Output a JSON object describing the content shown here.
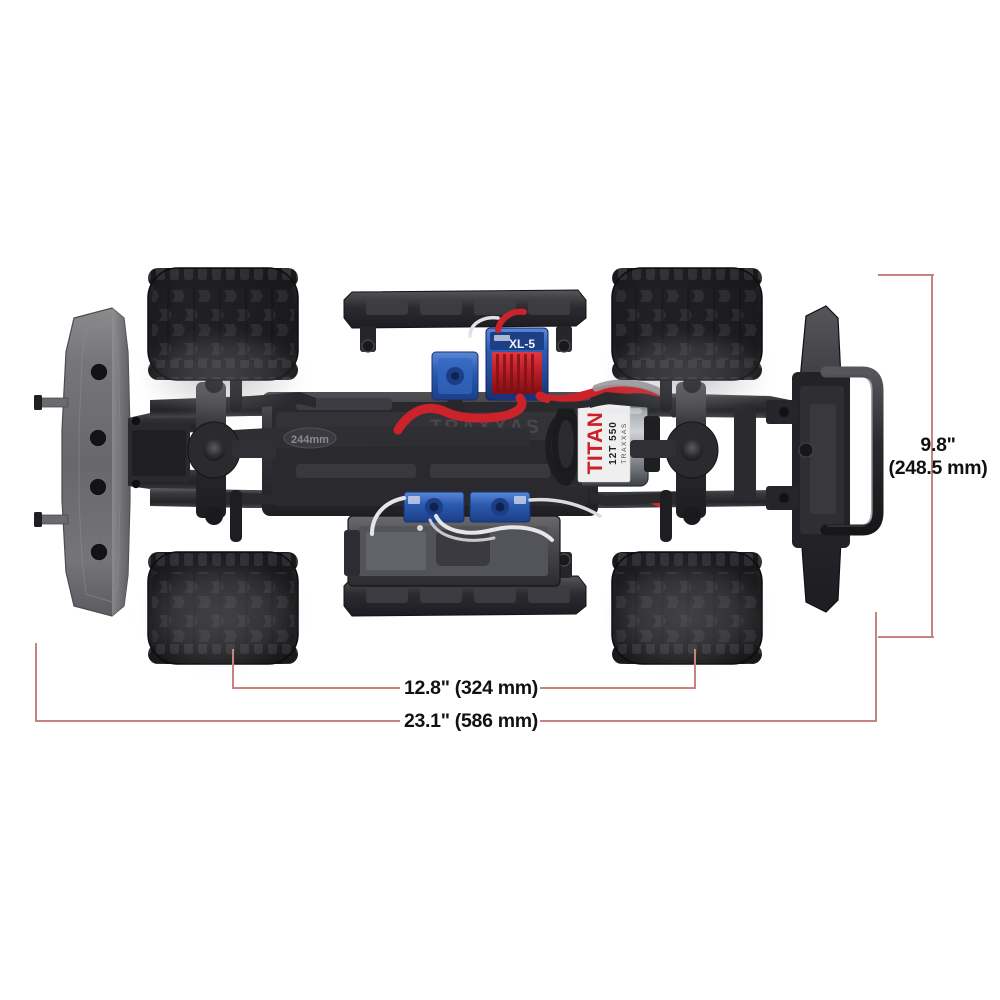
{
  "image": {
    "subject": "RC rock crawler chassis, top-down view",
    "background_color": "#ffffff"
  },
  "annotations": {
    "line_color": "#c5847e",
    "text_color": "#111111",
    "wheelbase": {
      "label": "12.8\" (324 mm)",
      "inches": "12.8\"",
      "millimeters": "(324 mm)"
    },
    "overall_length": {
      "label": "23.1\" (586 mm)",
      "inches": "23.1\"",
      "millimeters": "(586 mm)"
    },
    "width": {
      "line1": "9.8\"",
      "line2": "(248.5 mm)",
      "inches": "9.8\"",
      "millimeters": "(248.5 mm)"
    }
  },
  "vehicle_parts": {
    "motor_label_line1": "TITAN",
    "motor_label_line2": "12T",
    "motor_label_line3": "550",
    "motor_brand": "TRAXXAS",
    "esc_label": "XL-5",
    "skid_plate_label": "TRAXXAS",
    "suspension_link_label": "244mm",
    "component_names": [
      "front-bumper",
      "bumper-brace",
      "front-axle",
      "front-left-tire",
      "front-right-tire",
      "rear-left-tire",
      "rear-right-tire",
      "chassis-rail",
      "skid-plate",
      "electronic-speed-control",
      "steering-servo",
      "winch-servo",
      "titan-motor",
      "battery-tray",
      "running-board-left",
      "running-board-right",
      "rear-bumper",
      "rear-tube-guard",
      "driveshaft",
      "power-wire-red",
      "power-wire-black"
    ],
    "colors": {
      "body_black": "#2b2b2d",
      "bumper_gray": "#6d6d70",
      "esc_blue": "#2a55a8",
      "esc_fin_red": "#b52027",
      "servo_blue": "#2f5fb0",
      "wire_red": "#cc2229",
      "motor_silver": "#b9bcbe",
      "label_red": "#cf1f26"
    }
  }
}
